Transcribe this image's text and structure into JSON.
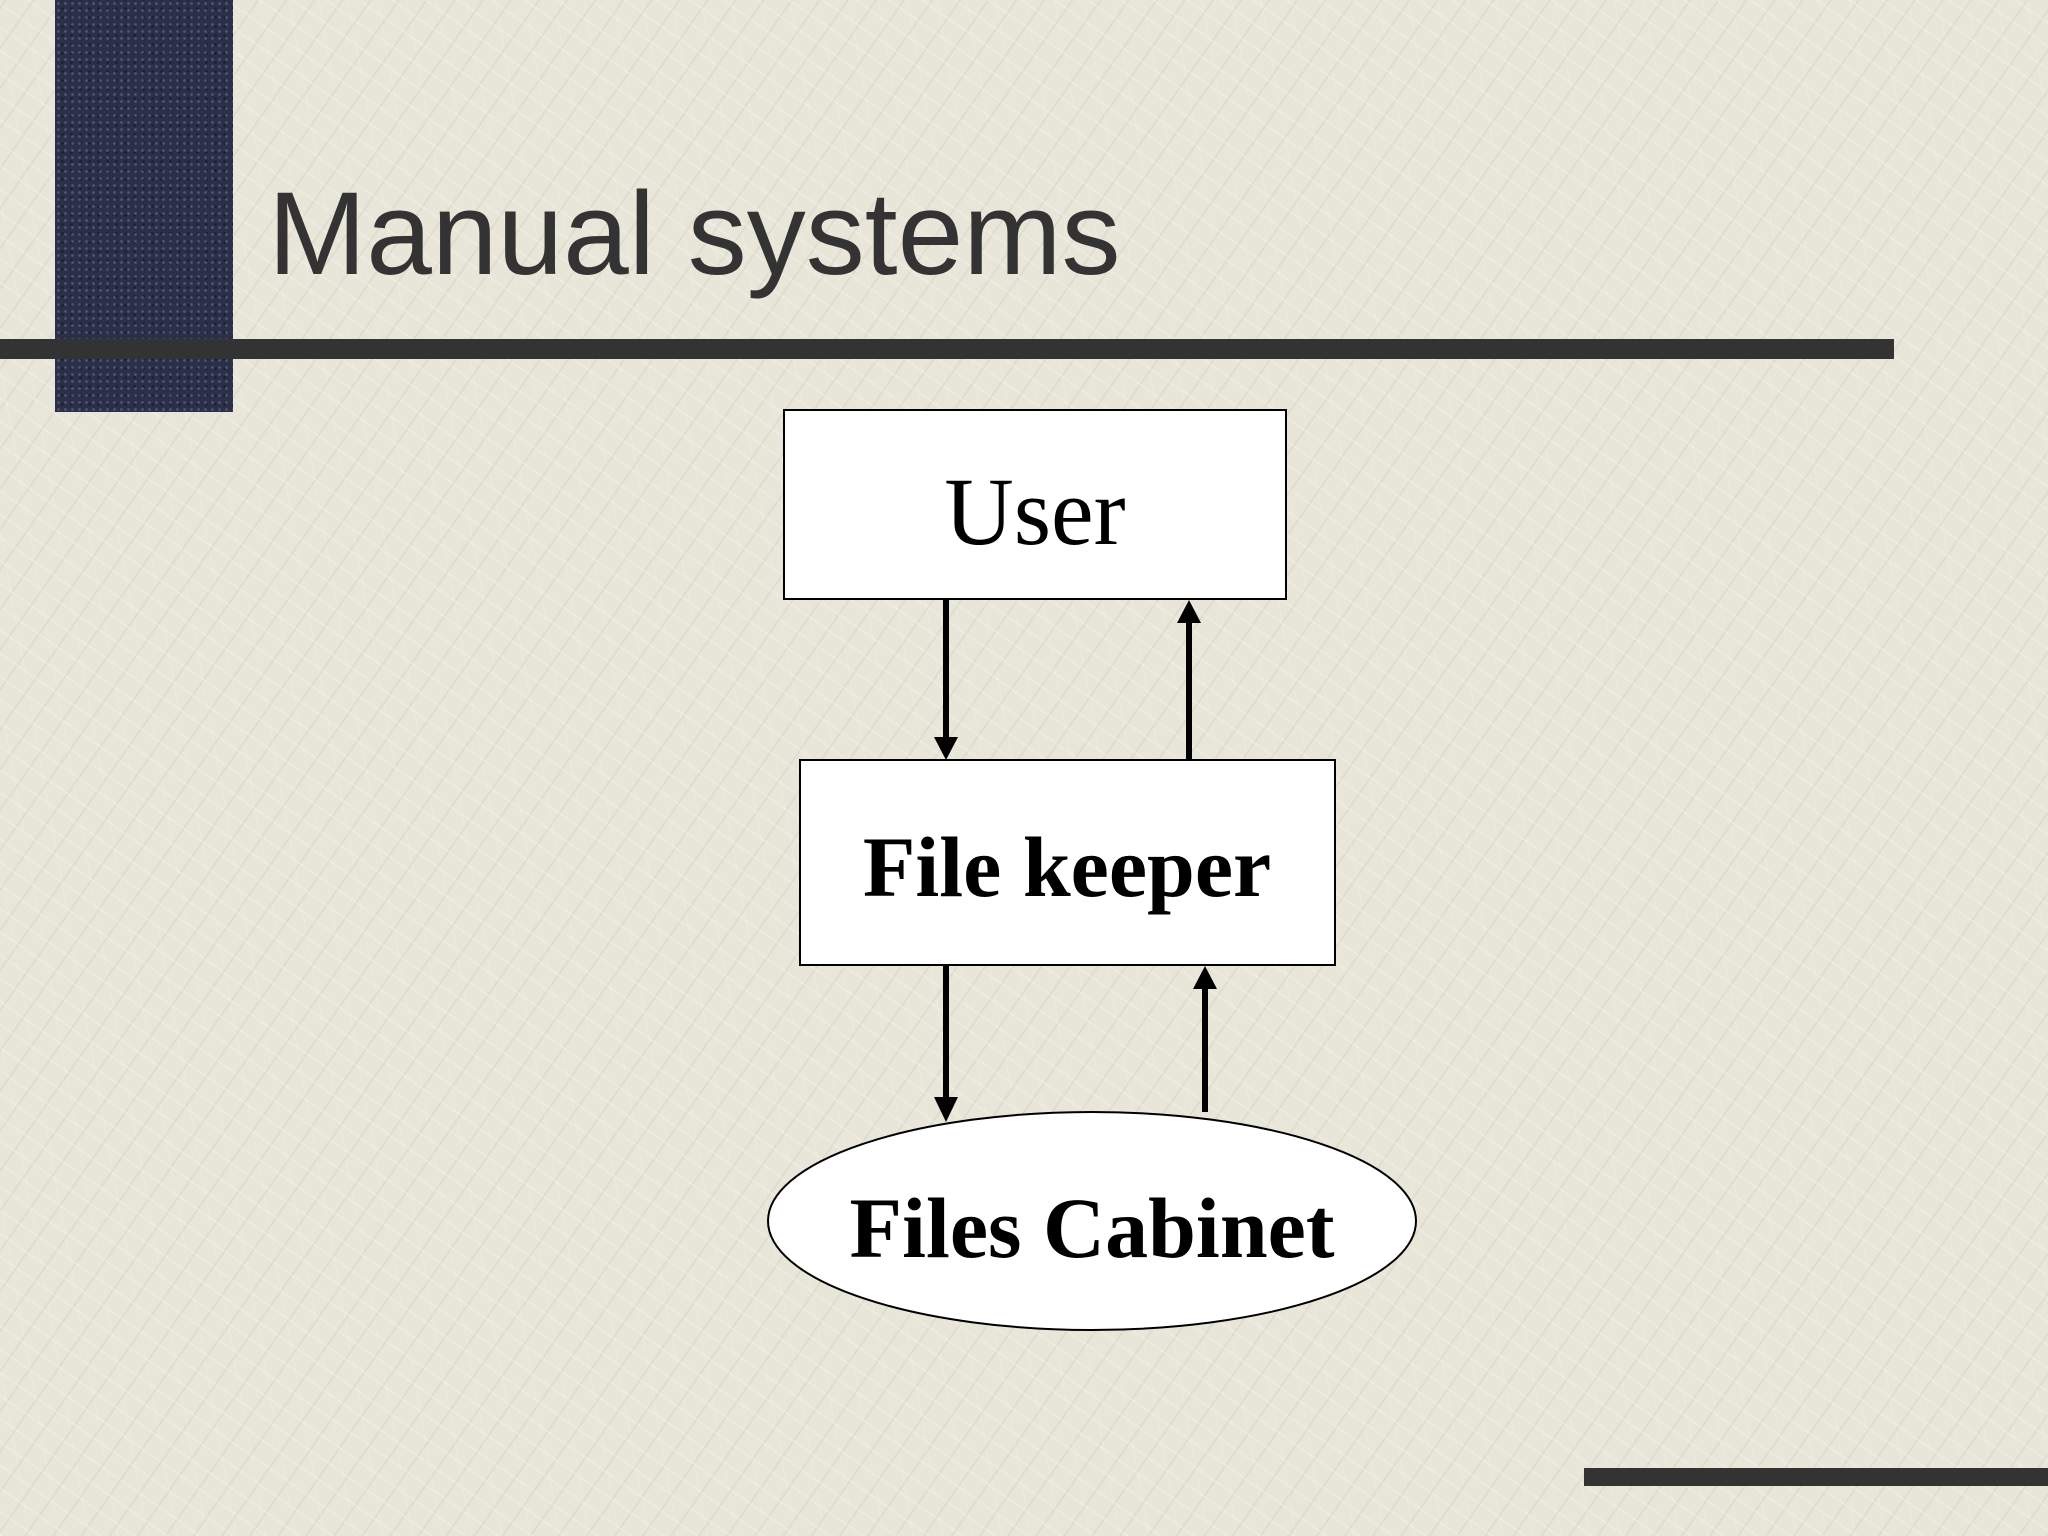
{
  "slide": {
    "title": "Manual systems"
  },
  "diagram": {
    "nodes": {
      "user": "User",
      "file_keeper": "File keeper",
      "files_cabinet": "Files Cabinet"
    }
  },
  "colors": {
    "background": "#e8e6d8",
    "accent_bar": "#2b3048",
    "rule": "#333333",
    "box_fill": "#ffffff",
    "stroke": "#000000"
  }
}
